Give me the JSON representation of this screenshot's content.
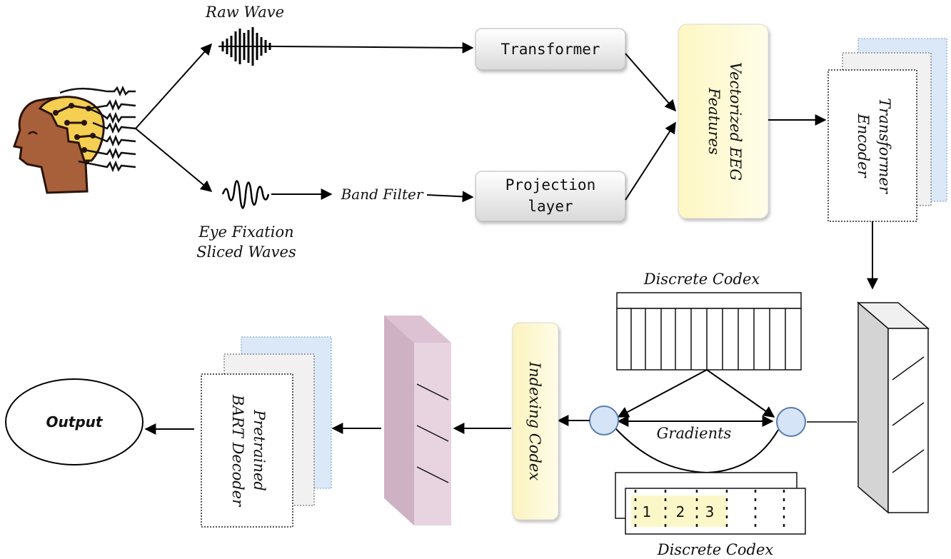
{
  "input": {
    "raw_wave_label": "Raw Wave",
    "sliced_label_line1": "Eye Fixation",
    "sliced_label_line2": "Sliced Waves",
    "band_filter_label": "Band Filter"
  },
  "blocks": {
    "transformer": "Transformer",
    "projection_line1": "Projection",
    "projection_line2": "layer",
    "features_line1": "Vectorized EEG",
    "features_line2": "Features",
    "encoder_line1": "Transformer",
    "encoder_line2": "Encoder",
    "indexing_codex": "Indexing Codex",
    "decoder_line1": "Pretrained",
    "decoder_line2": "BART Decoder",
    "output": "Output"
  },
  "codex": {
    "top_label": "Discrete Codex",
    "bottom_label": "Discrete Codex",
    "gradients_label": "Gradients",
    "cells": [
      "1",
      "2",
      "3"
    ]
  },
  "colors": {
    "features_fill": "#fdfbd6",
    "codex_cell_fill": "#fbf7c9",
    "node_fill": "#d6e4f7",
    "pink_block": "#e8d3e0",
    "pink_side": "#cfb1c4",
    "blue_back": "#dbe8f8",
    "head_skin": "#a8603a",
    "head_cap": "#f4cf52"
  }
}
